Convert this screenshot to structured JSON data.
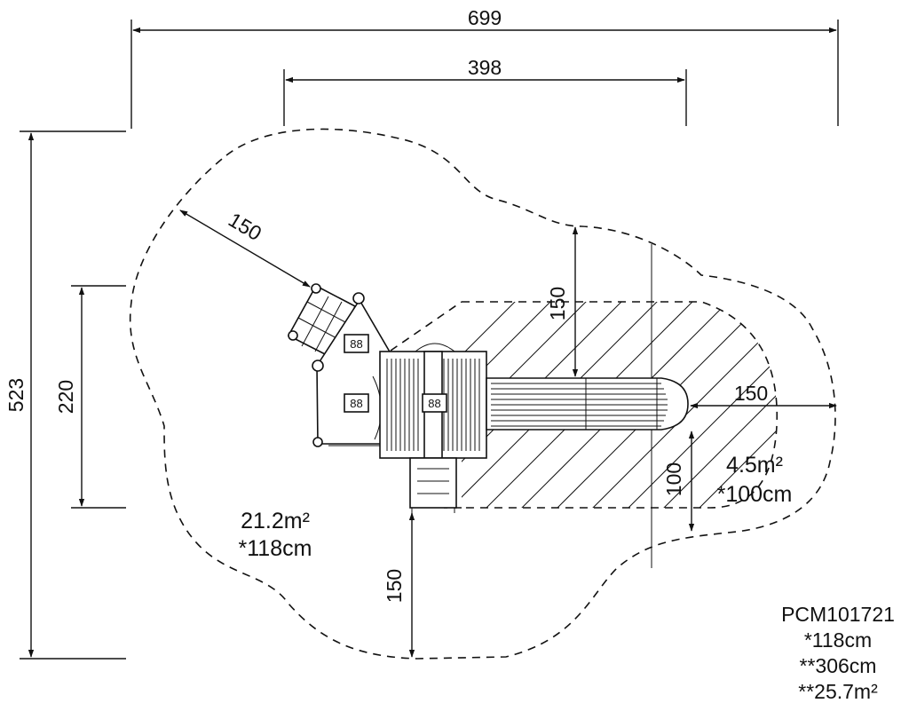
{
  "dimensions": {
    "overall_width": "699",
    "inner_width": "398",
    "overall_height": "523",
    "left_side": "220",
    "diagonal_clearance": "150",
    "slide_clearance": "150",
    "right_clearance": "150",
    "bottom_clearance": "150",
    "slide_exit_depth": "100"
  },
  "areas": {
    "main_area": "21.2m²",
    "main_height": "*118cm",
    "slide_area": "4.5m²",
    "slide_height": "*100cm"
  },
  "platform_tags": [
    "88",
    "88",
    "88"
  ],
  "product": {
    "code": "PCM101721",
    "height": "*118cm",
    "fall_height": "**306cm",
    "total_area": "**25.7m²"
  },
  "colors": {
    "line": "#111111",
    "background": "#ffffff"
  }
}
